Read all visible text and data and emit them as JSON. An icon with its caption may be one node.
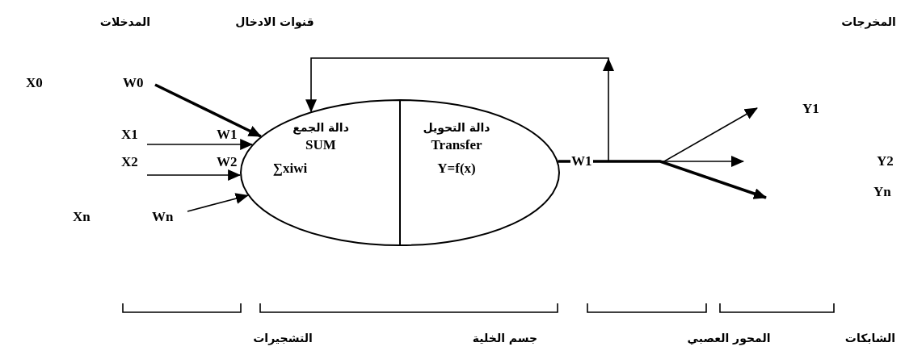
{
  "diagram": {
    "nodes": [
      {
        "text": [
          "دالة الجمع",
          "SUM",
          "∑xiwi"
        ]
      },
      {
        "text": [
          "دالة التحويل",
          "Transfer",
          "Y=f(x)"
        ]
      }
    ],
    "edges": [
      {
        "from": null,
        "to": 0,
        "arrow": "to",
        "style": "thick"
      },
      {
        "from": null,
        "to": 0,
        "arrow": "to"
      },
      {
        "from": null,
        "to": 0,
        "arrow": "to"
      },
      {
        "from": null,
        "to": 0,
        "arrow": "to"
      },
      {
        "from": 1,
        "to": 0,
        "arrow": "to"
      },
      {
        "from": 1,
        "to": null,
        "arrow": "to"
      },
      {
        "from": 1,
        "to": null,
        "arrow": "to"
      },
      {
        "from": 1,
        "to": null,
        "arrow": "to",
        "style": "thick"
      }
    ],
    "labels": [
      "المدخلات",
      "قنوات الادخال",
      "المخرجات",
      "X0",
      "W0",
      "X1",
      "W1",
      "X2",
      "W2",
      "Xn",
      "Wn",
      "W1",
      "Y1",
      "Y2",
      "Yn",
      "التشجيرات",
      "جسم الخلية",
      "المحور العصبي",
      "الشابكات"
    ]
  }
}
